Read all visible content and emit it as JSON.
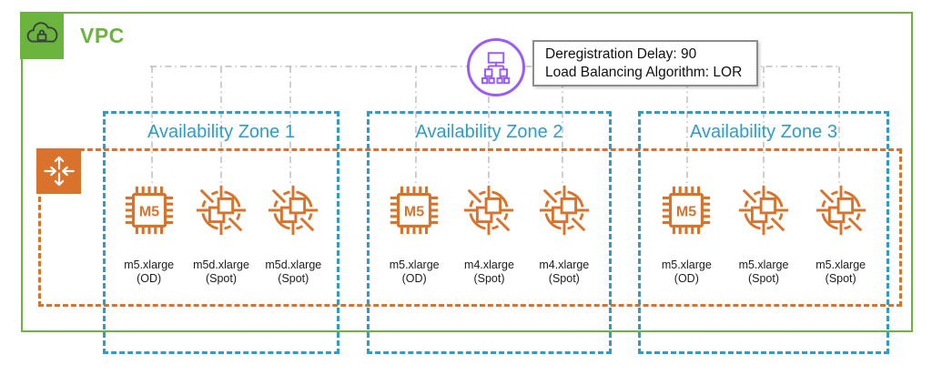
{
  "colors": {
    "green": "#6BB43D",
    "orange": "#D9732B",
    "blue": "#2E9CC9",
    "purple": "#9B5BF7",
    "connector": "#AFAFAF",
    "note_border": "#8C8C8C",
    "label_text": "#1C1C1C"
  },
  "vpc": {
    "label": "VPC",
    "icon": "vpc-cloud-lock-icon"
  },
  "load_balancer": {
    "icon": "elastic-load-balancer-icon",
    "config": [
      "Deregistration Delay: 90",
      "Load Balancing Algorithm: LOR"
    ]
  },
  "auto_scaling_group": {
    "icon": "auto-scaling-group-icon"
  },
  "azs": [
    {
      "title": "Availability Zone 1",
      "instances": [
        {
          "icon": "m5-chip-icon",
          "chip_label": "M5",
          "name": "m5.xlarge",
          "kind": "(OD)"
        },
        {
          "icon": "spot-instance-icon",
          "name": "m5d.xlarge",
          "kind": "(Spot)"
        },
        {
          "icon": "spot-instance-icon",
          "name": "m5d.xlarge",
          "kind": "(Spot)"
        }
      ]
    },
    {
      "title": "Availability Zone 2",
      "instances": [
        {
          "icon": "m5-chip-icon",
          "chip_label": "M5",
          "name": "m5.xlarge",
          "kind": "(OD)"
        },
        {
          "icon": "spot-instance-icon",
          "name": "m4.xlarge",
          "kind": "(Spot)"
        },
        {
          "icon": "spot-instance-icon",
          "name": "m4.xlarge",
          "kind": "(Spot)"
        }
      ]
    },
    {
      "title": "Availability Zone 3",
      "instances": [
        {
          "icon": "m5-chip-icon",
          "chip_label": "M5",
          "name": "m5.xlarge",
          "kind": "(OD)"
        },
        {
          "icon": "spot-instance-icon",
          "name": "m5.xlarge",
          "kind": "(Spot)"
        },
        {
          "icon": "spot-instance-icon",
          "name": "m5.xlarge",
          "kind": "(Spot)"
        }
      ]
    }
  ]
}
